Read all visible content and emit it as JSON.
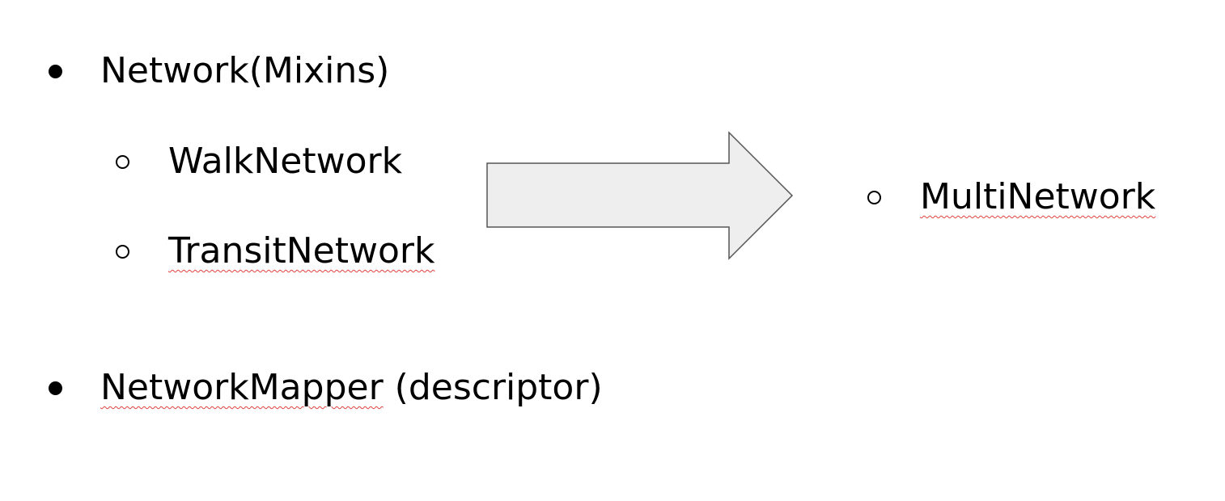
{
  "colors": {
    "text": "#000000",
    "arrow_fill": "#eeeeee",
    "arrow_stroke": "#555555",
    "spellcheck": "#e0413a"
  },
  "list": {
    "item1": {
      "label": "Network(Mixins)"
    },
    "sub1": {
      "label": "WalkNetwork"
    },
    "sub2": {
      "label": "TransitNetwork"
    },
    "item2": {
      "label_main": "NetworkMapper",
      "label_rest": " (descriptor)"
    },
    "right_sub": {
      "label": "MultiNetwork"
    }
  },
  "icons": {
    "bullet": "filled-circle-bullet",
    "sub_bullet": "hollow-circle-bullet",
    "arrow": "right-block-arrow"
  }
}
